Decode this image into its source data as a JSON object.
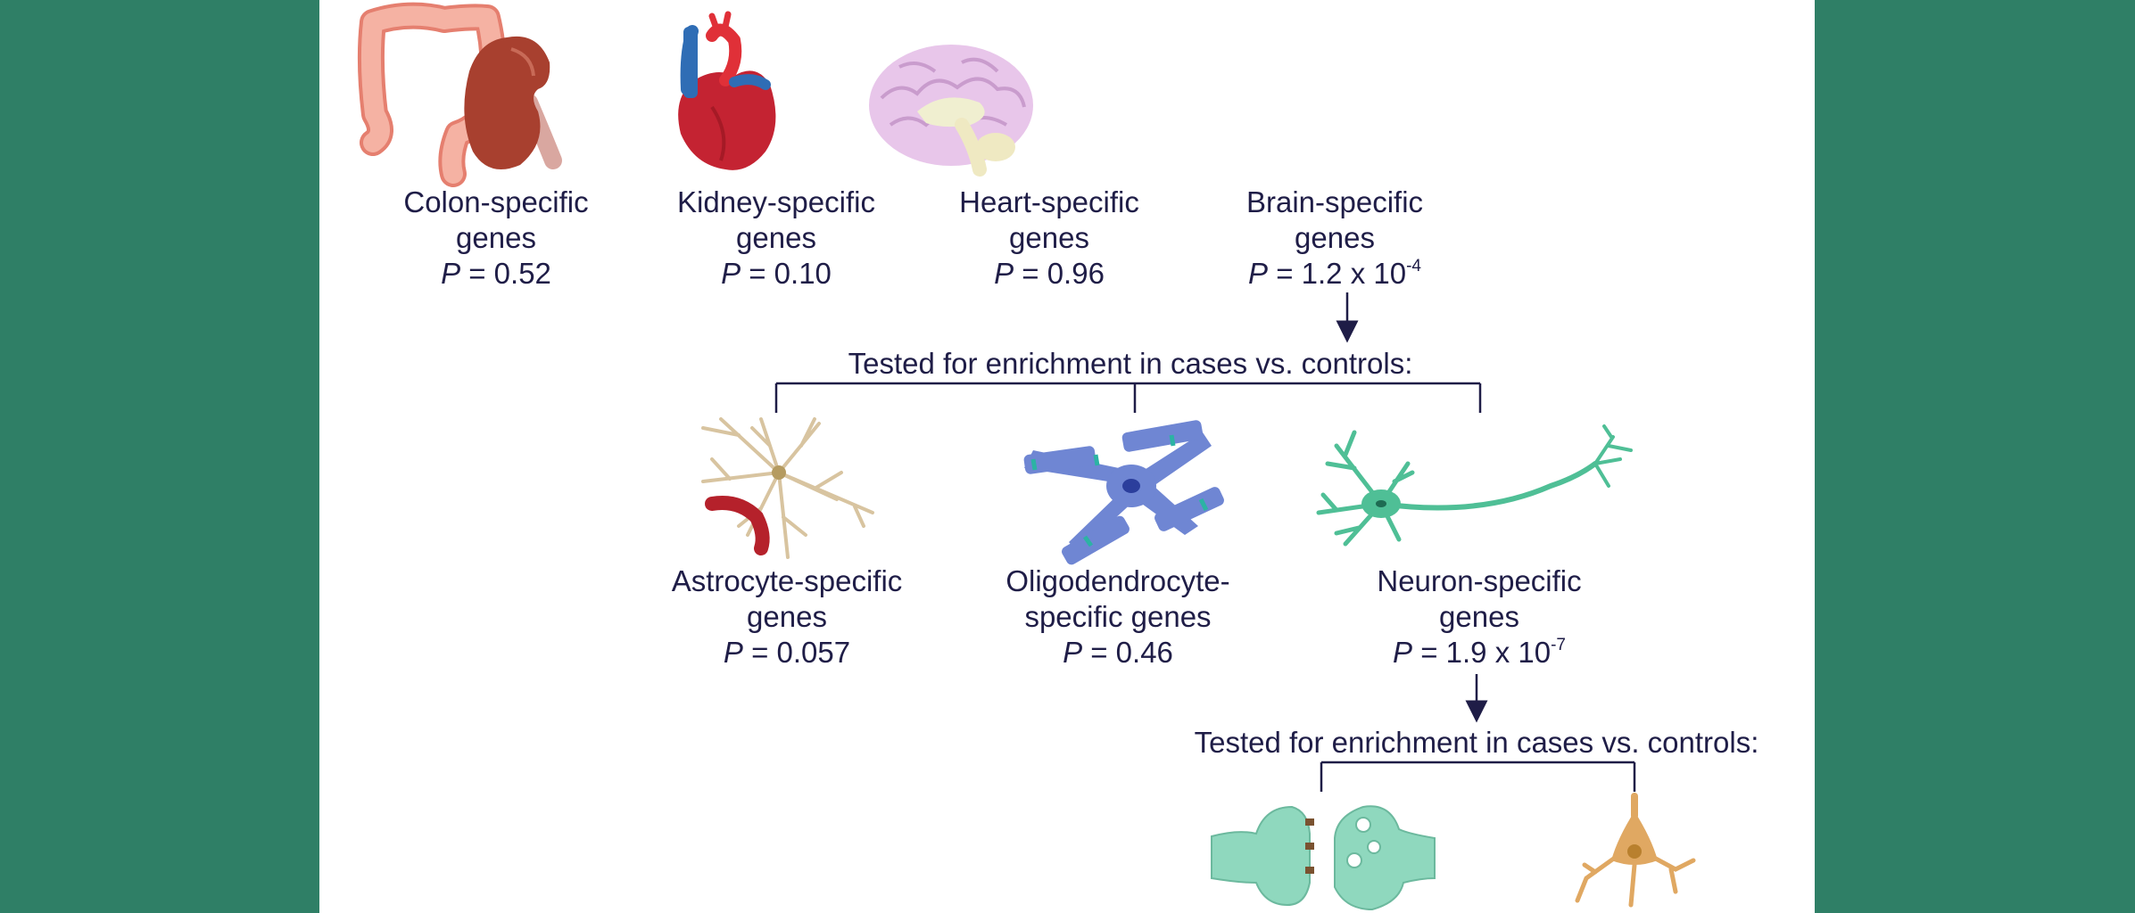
{
  "tissues": [
    {
      "line1": "Colon-specific",
      "line2": "genes",
      "p_label": "P",
      "p_value": " = 0.52",
      "p_exp": ""
    },
    {
      "line1": "Kidney-specific",
      "line2": "genes",
      "p_label": "P",
      "p_value": " = 0.10",
      "p_exp": ""
    },
    {
      "line1": "Heart-specific",
      "line2": "genes",
      "p_label": "P",
      "p_value": " = 0.96",
      "p_exp": ""
    },
    {
      "line1": "Brain-specific",
      "line2": "genes",
      "p_label": "P",
      "p_value": " = 1.2 x 10",
      "p_exp": "-4"
    }
  ],
  "brain_test": {
    "heading": "Tested for enrichment in cases vs. controls:"
  },
  "cell_types": [
    {
      "line1": "Astrocyte-specific",
      "line2": "genes",
      "p_label": "P",
      "p_value": " = 0.057",
      "p_exp": ""
    },
    {
      "line1": "Oligodendrocyte-",
      "line2": "specific genes",
      "p_label": "P",
      "p_value": " = 0.46",
      "p_exp": ""
    },
    {
      "line1": "Neuron-specific",
      "line2": "genes",
      "p_label": "P",
      "p_value": " = 1.9 x 10",
      "p_exp": "-7"
    }
  ],
  "neuron_test": {
    "heading": "Tested for enrichment in cases vs. controls:"
  },
  "colors": {
    "background": "#2f7f66",
    "panel": "#ffffff",
    "text": "#1f1d47",
    "colon": "#f2a595",
    "kidney": "#a8402f",
    "heart": "#c42332",
    "brain": "#e8c6ea",
    "astrocyte": "#d8c4a0",
    "oligodendrocyte": "#6f86d3",
    "neuron": "#4fbf96",
    "synapse": "#8fd8be",
    "pyramidal": "#e0a862"
  },
  "icons": [
    "colon-icon",
    "kidney-icon",
    "heart-icon",
    "brain-icon",
    "astrocyte-icon",
    "oligodendrocyte-icon",
    "neuron-icon",
    "synapse-icon",
    "pyramidal-neuron-icon"
  ]
}
